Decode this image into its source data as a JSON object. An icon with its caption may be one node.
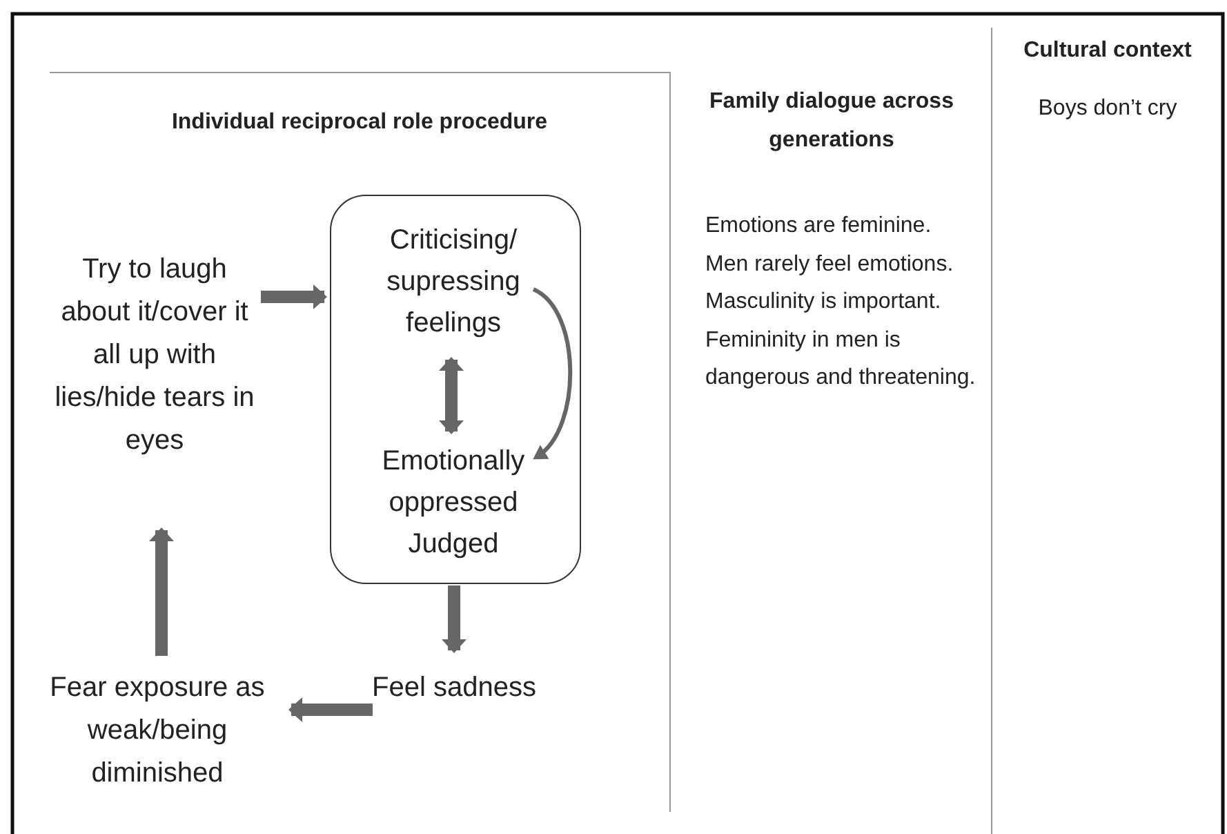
{
  "diagram": {
    "nodes": [
      {
        "text": [
          "Individual reciprocal role procedure"
        ]
      },
      {
        "text": [
          "Try to laugh about it/cover it all up with lies/hide tears in eyes"
        ],
        "in": 0
      },
      {
        "text": [],
        "shape": "box",
        "in": 0
      },
      {
        "text": [
          "Criticising/ supressing feelings"
        ],
        "in": 2
      },
      {
        "text": [
          "Emotionally oppressed Judged"
        ],
        "in": 2
      },
      {
        "text": [
          "Feel sadness"
        ],
        "in": 0
      },
      {
        "text": [
          "Fear exposure as weak/being diminished"
        ],
        "in": 0
      },
      {
        "text": [
          "Family dialogue across generations",
          "Emotions are feminine.",
          "Men rarely feel emotions.",
          "Masculinity is important.",
          "Femininity in men is dangerous and threatening."
        ]
      },
      {
        "text": [
          "Cultural context",
          "Boys don’t cry"
        ]
      }
    ],
    "edges": [
      {
        "from": 1,
        "to": 2,
        "arrow": "to"
      },
      {
        "from": 3,
        "to": 4,
        "arrow": "both"
      },
      {
        "from": 3,
        "to": 4,
        "arrow": "to"
      },
      {
        "from": 2,
        "to": 5,
        "arrow": "to"
      },
      {
        "from": 5,
        "to": 6,
        "arrow": "to"
      },
      {
        "from": 6,
        "to": 1,
        "arrow": "to"
      }
    ]
  }
}
